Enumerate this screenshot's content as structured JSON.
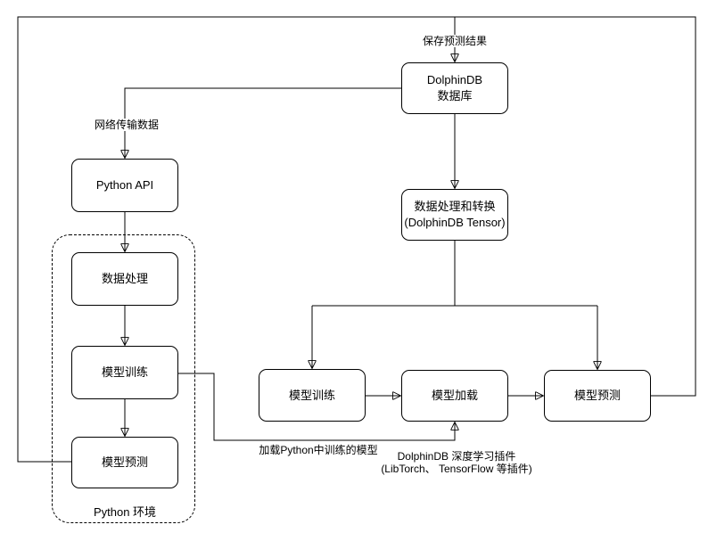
{
  "diagram": {
    "colors": {
      "background": "#ffffff",
      "stroke": "#000000",
      "node_fill": "#ffffff"
    },
    "nodes": {
      "dolphindb_database": {
        "line1": "DolphinDB",
        "line2": "数据库"
      },
      "python_api": {
        "label": "Python API"
      },
      "data_processing": {
        "label": "数据处理"
      },
      "model_training_python": {
        "label": "模型训练"
      },
      "model_prediction_python": {
        "label": "模型预测"
      },
      "data_transform": {
        "line1": "数据处理和转换",
        "line2": "(DolphinDB Tensor)"
      },
      "model_training_ddb": {
        "label": "模型训练"
      },
      "model_loading": {
        "label": "模型加载"
      },
      "model_prediction_ddb": {
        "label": "模型预测"
      }
    },
    "container": {
      "python_env_label": "Python 环境"
    },
    "edge_labels": {
      "save_prediction_results": "保存预测结果",
      "network_transfer_data": "网络传输数据",
      "load_python_trained_model": "加载Python中训练的模型",
      "dl_plugin_line1": "DolphinDB 深度学习插件",
      "dl_plugin_line2": "(LibTorch、 TensorFlow 等插件)"
    }
  }
}
